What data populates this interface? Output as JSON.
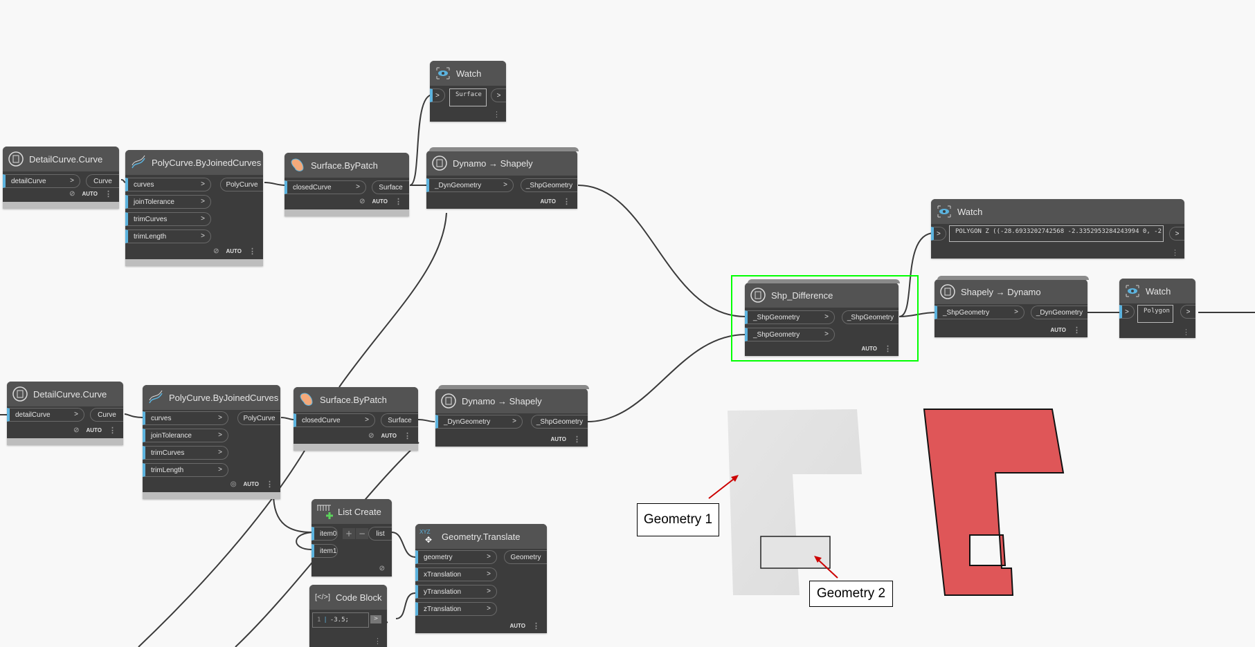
{
  "app": "Dynamo",
  "nodes": {
    "detailcurve_top": {
      "title": "DetailCurve.Curve",
      "input": "detailCurve",
      "output": "Curve",
      "lacing": "AUTO"
    },
    "polycurve_top": {
      "title": "PolyCurve.ByJoinedCurves",
      "inputs": [
        "curves",
        "joinTolerance",
        "trimCurves",
        "trimLength"
      ],
      "output": "PolyCurve",
      "lacing": "AUTO"
    },
    "surface_top": {
      "title": "Surface.ByPatch",
      "input": "closedCurve",
      "output": "Surface",
      "lacing": "AUTO"
    },
    "watch_top": {
      "title": "Watch",
      "input": ">",
      "value": "Surface",
      "output": ">"
    },
    "dyn2shp_top": {
      "title": "Dynamo → Shapely",
      "input": "_DynGeometry",
      "output": "_ShpGeometry",
      "lacing": "AUTO"
    },
    "detailcurve_bot": {
      "title": "DetailCurve.Curve",
      "input": "detailCurve",
      "output": "Curve",
      "lacing": "AUTO"
    },
    "polycurve_bot": {
      "title": "PolyCurve.ByJoinedCurves",
      "inputs": [
        "curves",
        "joinTolerance",
        "trimCurves",
        "trimLength"
      ],
      "output": "PolyCurve",
      "lacing": "AUTO"
    },
    "surface_bot": {
      "title": "Surface.ByPatch",
      "input": "closedCurve",
      "output": "Surface",
      "lacing": "AUTO"
    },
    "dyn2shp_bot": {
      "title": "Dynamo → Shapely",
      "input": "_DynGeometry",
      "output": "_ShpGeometry",
      "lacing": "AUTO"
    },
    "difference": {
      "title": "Shp_Difference",
      "inputs": [
        "_ShpGeometry",
        "_ShpGeometry"
      ],
      "output": "_ShpGeometry",
      "lacing": "AUTO"
    },
    "watch_wkt": {
      "title": "Watch",
      "input": ">",
      "value": "POLYGON Z ((-28.6933202742568 -2.3352953284243994 0, -2",
      "output": ">"
    },
    "shp2dyn": {
      "title": "Shapely → Dynamo",
      "input": "_ShpGeometry",
      "output": "_DynGeometry",
      "lacing": "AUTO"
    },
    "watch_poly": {
      "title": "Watch",
      "input": ">",
      "value": "Polygon",
      "output": ">"
    },
    "list_create": {
      "title": "List Create",
      "inputs": [
        "item0",
        "item1"
      ],
      "output": "list",
      "add": "+",
      "remove": "−"
    },
    "translate": {
      "title": "Geometry.Translate",
      "icon_text": "XYZ",
      "inputs": [
        "geometry",
        "xTranslation",
        "yTranslation",
        "zTranslation"
      ],
      "output": "Geometry",
      "lacing": "AUTO"
    },
    "code_block": {
      "title": "Code Block",
      "line_no": "1",
      "code": "-3.5;",
      "output": ">"
    }
  },
  "annotations": {
    "geometry1": "Geometry 1",
    "geometry2": "Geometry 2"
  },
  "colors": {
    "selection": "#00ff00",
    "port_accent": "#5cb3de",
    "result_fill": "#e05a5a",
    "preview_fill": "#dedede"
  }
}
